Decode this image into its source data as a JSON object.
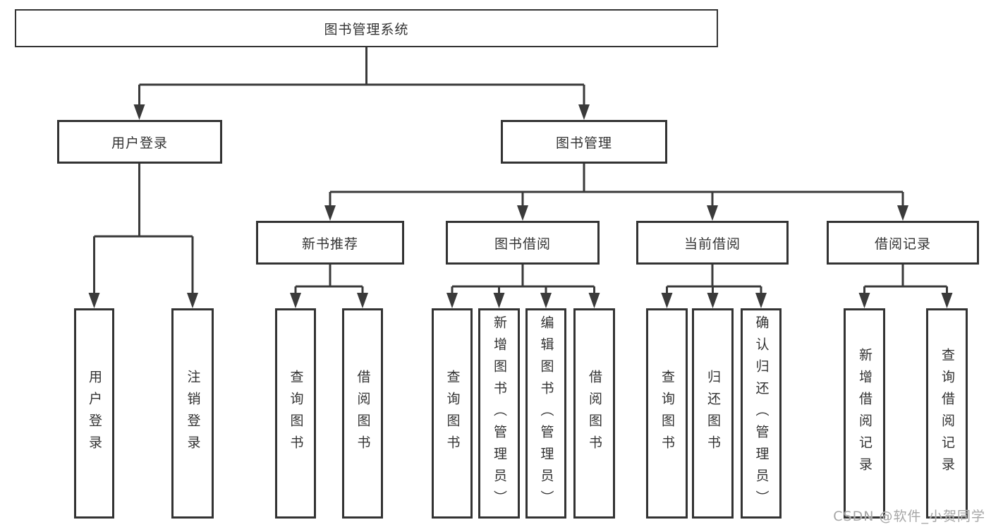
{
  "diagram": {
    "root": {
      "label": "图书管理系统"
    },
    "branches": [
      {
        "label": "用户登录",
        "children": [
          {
            "label": "用户登录"
          },
          {
            "label": "注销登录"
          }
        ]
      },
      {
        "label": "图书管理",
        "children": [
          {
            "label": "新书推荐",
            "children": [
              {
                "label": "查询图书"
              },
              {
                "label": "借阅图书"
              }
            ]
          },
          {
            "label": "图书借阅",
            "children": [
              {
                "label": "查询图书"
              },
              {
                "label": "新增图书（管理员）"
              },
              {
                "label": "编辑图书（管理员）"
              },
              {
                "label": "借阅图书"
              }
            ]
          },
          {
            "label": "当前借阅",
            "children": [
              {
                "label": "查询图书"
              },
              {
                "label": "归还图书"
              },
              {
                "label": "确认归还（管理员）"
              }
            ]
          },
          {
            "label": "借阅记录",
            "children": [
              {
                "label": "新增借阅记录"
              },
              {
                "label": "查询借阅记录"
              }
            ]
          }
        ]
      }
    ]
  },
  "watermark": {
    "text": "CSDN @软件_小贺同学"
  },
  "colors": {
    "line": "#3a3a3a",
    "box_border": "#333333",
    "box_fill": "#ffffff",
    "text": "#333333",
    "watermark": "#a6a6a6",
    "background": "#ffffff"
  }
}
